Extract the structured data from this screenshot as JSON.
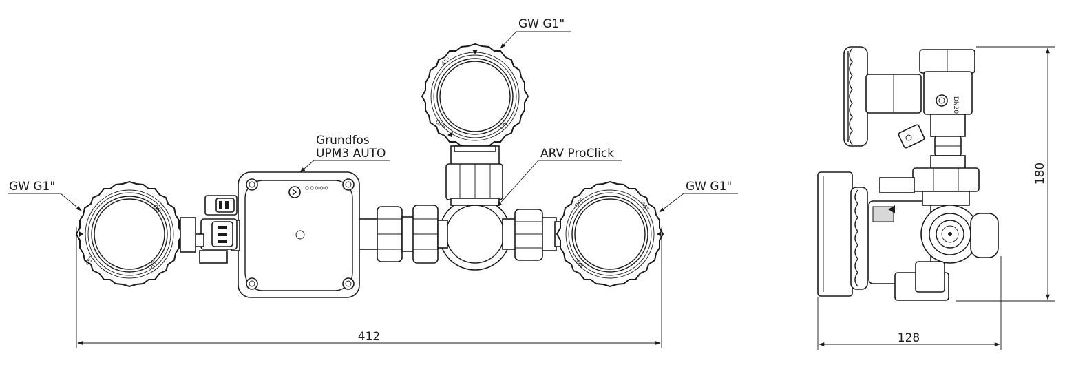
{
  "callouts": {
    "top_knob": "GW G1\"",
    "pump": [
      "Grundfos",
      "UPM3 AUTO"
    ],
    "valve": "ARV ProClick",
    "left_knob": "GW G1\"",
    "right_knob": "GW G1\""
  },
  "dimensions": {
    "width_front": "412",
    "width_side": "128",
    "height_side": "180"
  },
  "knob_marks": {
    "on": "ON",
    "off": "OFF",
    "angle": "45°"
  }
}
